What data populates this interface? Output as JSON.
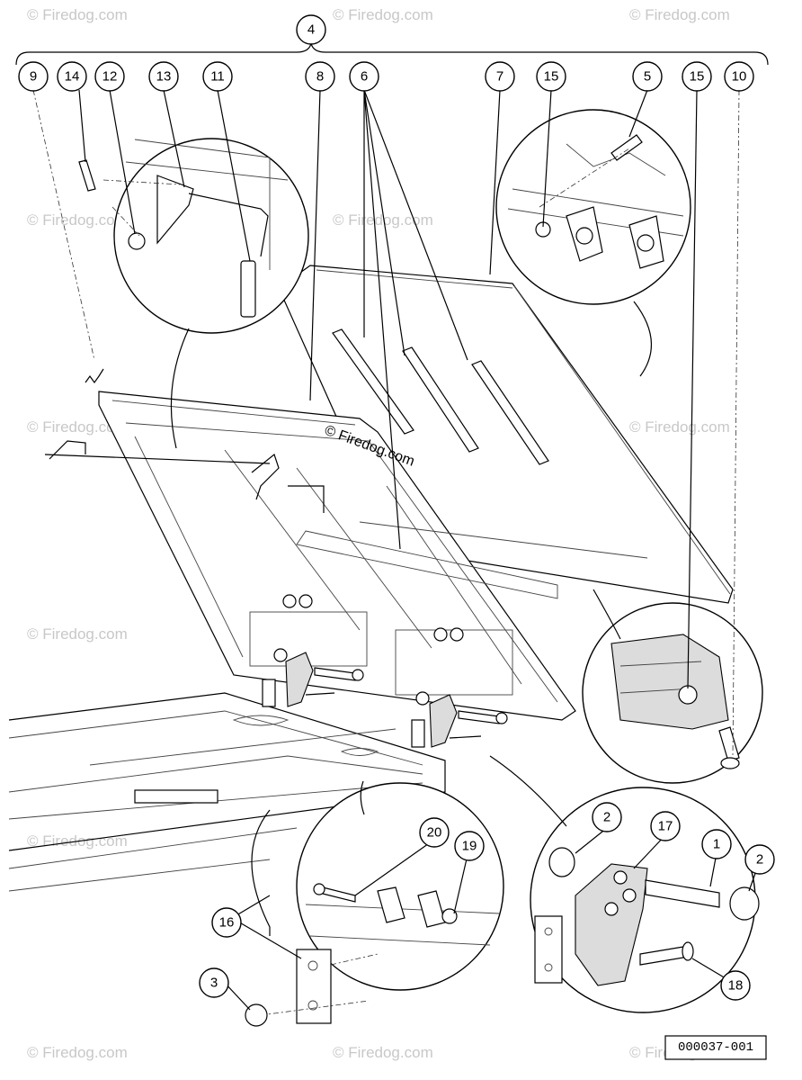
{
  "watermark": "© Firedog.com",
  "reference_number": "000037-001",
  "assembly_callout": "4",
  "callouts": {
    "c9": "9",
    "c14": "14",
    "c12": "12",
    "c13": "13",
    "c11": "11",
    "c8": "8",
    "c6": "6",
    "c7": "7",
    "c15a": "15",
    "c5": "5",
    "c15b": "15",
    "c10": "10",
    "c2a": "2",
    "c17": "17",
    "c1": "1",
    "c2b": "2",
    "c20": "20",
    "c19": "19",
    "c16": "16",
    "c3": "3",
    "c18": "18"
  }
}
